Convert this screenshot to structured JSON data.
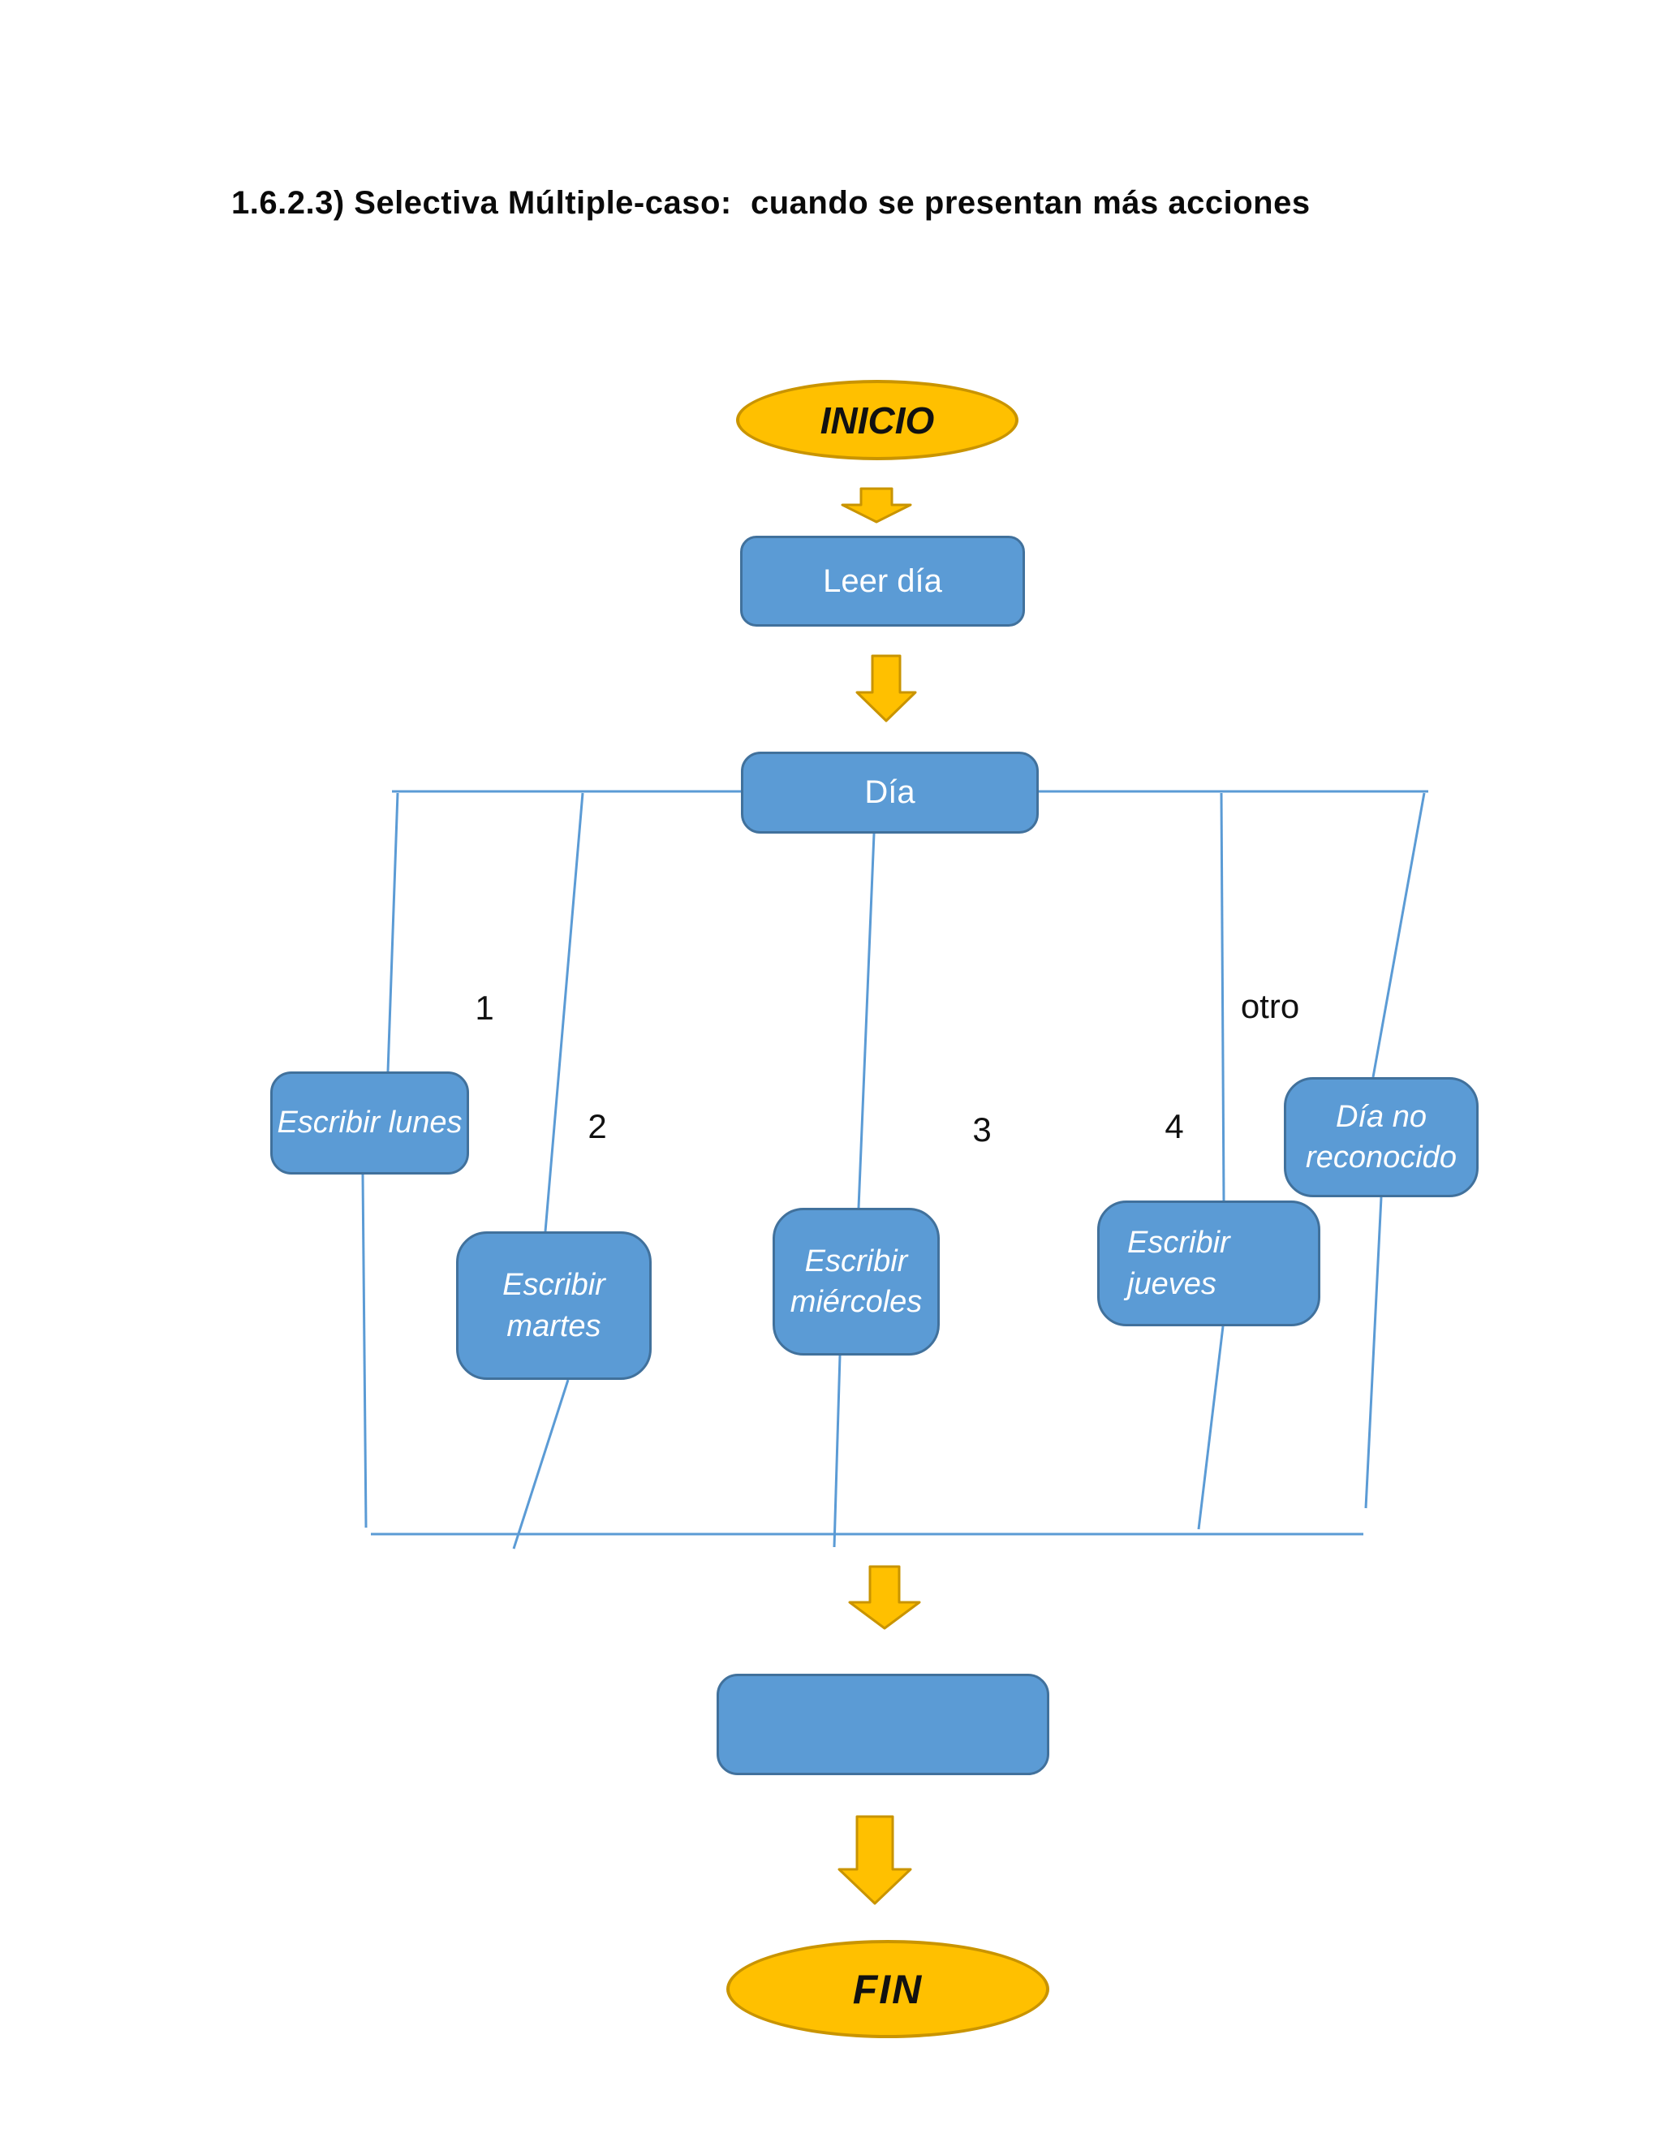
{
  "page": {
    "title": "1.6.2.3) Selectiva Múltiple-caso:  cuando se presentan más acciones"
  },
  "flowchart": {
    "start_label": "INICIO",
    "read_box": "Leer día",
    "selector_box": "Día",
    "branch_labels": {
      "b1": "1",
      "b2": "2",
      "b3": "3",
      "b4": "4",
      "other": "otro"
    },
    "actions": {
      "monday": "Escribir lunes",
      "tuesday": "Escribir martes",
      "wednesday": "Escribir miércoles",
      "thursday": "Escribir jueves",
      "unrecognized": "Día no reconocido"
    },
    "merge_box": "",
    "end_label": "FIN"
  },
  "colors": {
    "box_fill": "#5B9BD5",
    "box_border": "#41719C",
    "accent_fill": "#FFC000",
    "accent_border": "#C99400",
    "connector": "#5B9BD5",
    "text_on_box": "#FFFFFF"
  }
}
